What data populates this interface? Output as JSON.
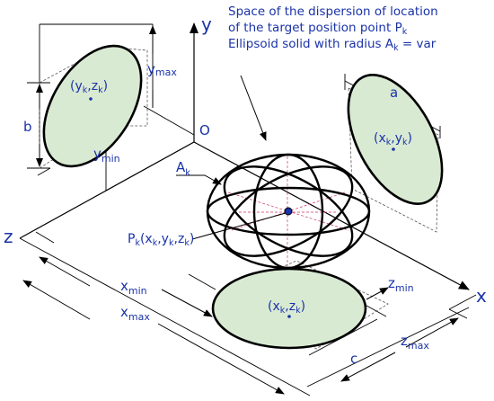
{
  "colors": {
    "text": "#1a33a8",
    "line": "#000000",
    "ellipse_fill": "#d9ead3",
    "dashed": "#333333",
    "accent_dash": "#cc3366",
    "center_point": "#1a33a8"
  },
  "axes": {
    "y": "y",
    "z": "z",
    "x": "x",
    "origin": "O"
  },
  "annotation": {
    "line1": "Space of the dispersion of location",
    "line2_prefix": "of the target position point P",
    "line2_sub": "k",
    "line3_prefix": "Ellipsoid solid with radius A",
    "line3_sub": "k",
    "line3_suffix": " = var"
  },
  "labels": {
    "a": "a",
    "b": "b",
    "c": "c",
    "Ak_main": "A",
    "Ak_sub": "k",
    "ymax_main": "y",
    "ymax_sub": "max",
    "ymin_main": "y",
    "ymin_sub": "min",
    "xmin_main": "x",
    "xmin_sub": "min",
    "xmax_main": "x",
    "xmax_sub": "max",
    "zmin_main": "z",
    "zmin_sub": "min",
    "zmax_main": "z",
    "zmax_sub": "max"
  },
  "projections": {
    "yz": {
      "open": "(y",
      "s1": "k",
      "comma": ",z",
      "s2": "k",
      "close": ")"
    },
    "xy": {
      "open": "(x",
      "s1": "k",
      "comma": ",y",
      "s2": "k",
      "close": ")"
    },
    "xz": {
      "open": "(x",
      "s1": "k",
      "comma": ",z",
      "s2": "k",
      "close": ")"
    }
  },
  "point": {
    "open": "P",
    "s0": "k",
    "mid1": "(x",
    "s1": "k",
    "mid2": ",y",
    "s2": "k",
    "mid3": ",z",
    "s3": "k",
    "close": ")"
  }
}
